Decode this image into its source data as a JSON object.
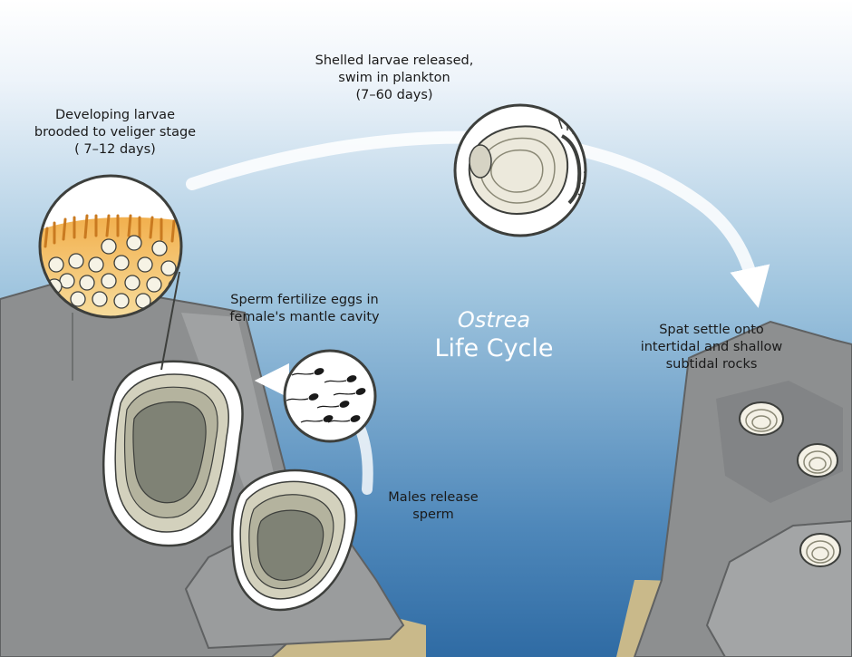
{
  "title": {
    "genus": "Ostrea",
    "name": "Life Cycle"
  },
  "stages": {
    "brooding": {
      "lines": [
        "Developing larvae",
        "brooded to veliger stage",
        "( 7–12 days)"
      ]
    },
    "release": {
      "lines": [
        "Shelled larvae released,",
        "swim in plankton",
        "(7–60 days)"
      ]
    },
    "settle": {
      "lines": [
        "Spat settle onto",
        "intertidal and shallow",
        "subtidal rocks"
      ]
    },
    "fertilize": {
      "lines": [
        "Sperm fertilize eggs in",
        "female's mantle cavity"
      ]
    },
    "males": {
      "lines": [
        "Males release",
        "sperm"
      ]
    }
  },
  "colors": {
    "sky_top": "#ffffff",
    "water_mid": "#9ec4de",
    "water_bottom": "#2f6ba4",
    "rock": "#8d8f90",
    "rock_light": "#a8aaab",
    "sand": "#c9b98a",
    "shell_inner": "#7f8275",
    "larva_orange": "#e79a3a"
  }
}
